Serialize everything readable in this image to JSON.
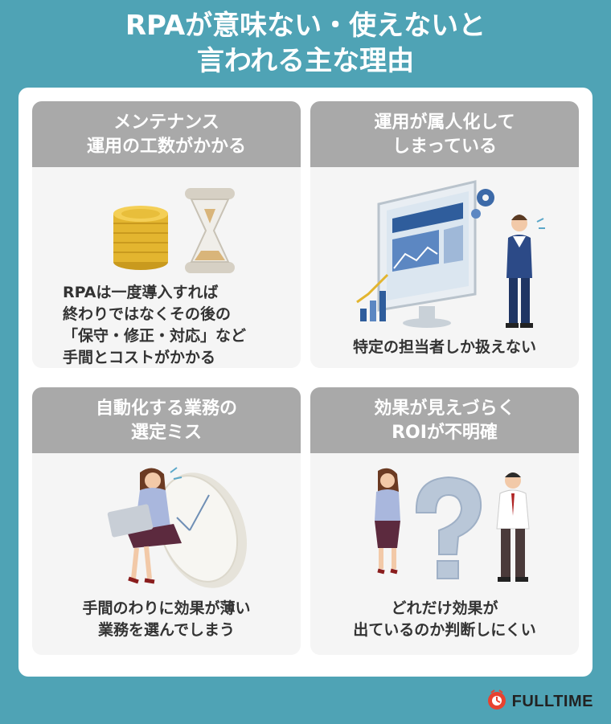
{
  "title": "RPAが意味ない・使えないと\n言われる主な理由",
  "cards": [
    {
      "heading": "メンテナンス\n運用の工数がかかる",
      "body": "RPAは一度導入すれば\n終わりではなくその後の\n「保守・修正・対応」など\n手間とコストがかかる",
      "illustration": "coins-hourglass-illustration"
    },
    {
      "heading": "運用が属人化して\nしまっている",
      "body": "特定の担当者しか扱えない",
      "illustration": "monitor-worker-illustration"
    },
    {
      "heading": "自動化する業務の\n選定ミス",
      "body": "手間のわりに効果が薄い\n業務を選んでしまう",
      "illustration": "woman-laptop-clock-illustration"
    },
    {
      "heading": "効果が見えづらく\nROIが不明確",
      "body": "どれだけ効果が\n出ているのか判断しにくい",
      "illustration": "people-question-mark-illustration"
    }
  ],
  "brand": {
    "name": "FULLTIME",
    "icon": "brand-logo-icon"
  },
  "colors": {
    "background": "#4fa3b5",
    "card_header": "#a9a9a9",
    "card_bg": "#f5f5f5",
    "logo_red": "#e8422f"
  }
}
